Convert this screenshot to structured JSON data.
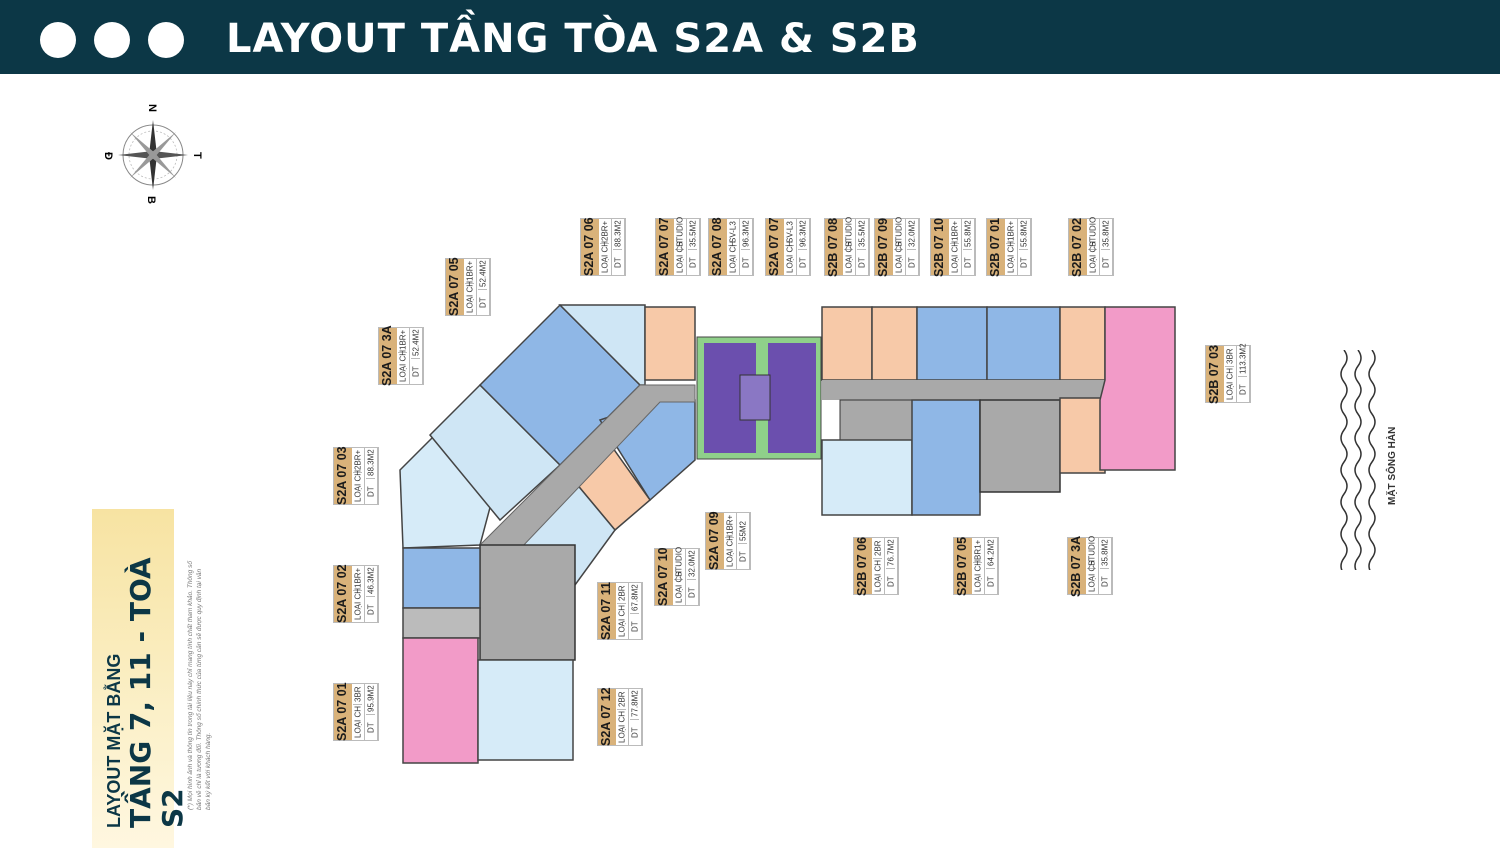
{
  "header": {
    "title": "LAYOUT TẦNG TÒA S2A & S2B"
  },
  "compass": {
    "north": "N",
    "south": "B",
    "east": "T",
    "west": "Đ"
  },
  "banner": {
    "subtitle": "LAYOUT MẶT BẰNG",
    "title": "TẦNG 7, 11 - TOÀ S2"
  },
  "disclaimer": "(*) Mọi hình ảnh và thông tin trong tài liệu này chỉ mang tính chất tham khảo. Thông số bản vẽ chỉ là tương đối. Thông số chính thức của từng căn sẽ được quy định tại văn bản ký kết với khách hàng.",
  "river_label": "MẶT SÔNG HÀN",
  "field_labels": {
    "type": "LOẠI CH",
    "area": "DT"
  },
  "units": [
    {
      "code": "S2A 07 06",
      "type": "2BR+",
      "area": "88.3M2"
    },
    {
      "code": "S2A 07 07",
      "type": "STUDIO",
      "area": "35.5M2"
    },
    {
      "code": "S2A 07 08",
      "type": "SV-L3",
      "area": "96.3M2"
    },
    {
      "code": "S2A 07 07",
      "type": "SV-L3",
      "area": "96.3M2"
    },
    {
      "code": "S2B 07 08",
      "type": "STUDIO",
      "area": "35.5M2"
    },
    {
      "code": "S2B 07 09",
      "type": "STUDIO",
      "area": "32.0M2"
    },
    {
      "code": "S2B 07 10",
      "type": "1BR+",
      "area": "55.8M2"
    },
    {
      "code": "S2B 07 01",
      "type": "1BR+",
      "area": "55.8M2"
    },
    {
      "code": "S2B 07 02",
      "type": "STUDIO",
      "area": "35.8M2"
    },
    {
      "code": "S2A 07 05",
      "type": "1BR+",
      "area": "52.4M2"
    },
    {
      "code": "S2A 07 3A",
      "type": "1BR+",
      "area": "52.4M2"
    },
    {
      "code": "S2A 07 03",
      "type": "2BR+",
      "area": "88.3M2"
    },
    {
      "code": "S2A 07 02",
      "type": "1BR+",
      "area": "46.3M2"
    },
    {
      "code": "S2A 07 01",
      "type": "3BR",
      "area": "95.9M2"
    },
    {
      "code": "S2A 07 12",
      "type": "2BR",
      "area": "77.8M2"
    },
    {
      "code": "S2A 07 11",
      "type": "2BR",
      "area": "67.8M2"
    },
    {
      "code": "S2A 07 10",
      "type": "STUDIO",
      "area": "32.0M2"
    },
    {
      "code": "S2A 07 09",
      "type": "1BR+",
      "area": "55M2"
    },
    {
      "code": "S2B 07 03",
      "type": "3BR",
      "area": "113.3M2"
    },
    {
      "code": "S2B 07 06",
      "type": "2BR",
      "area": "76.7M2"
    },
    {
      "code": "S2B 07 05",
      "type": "BR1+",
      "area": "64.2M2"
    },
    {
      "code": "S2B 07 3A",
      "type": "STUDIO",
      "area": "35.8M2"
    }
  ],
  "colors": {
    "header": "#0c3746",
    "label_code": "#d9b27a",
    "studio": "#f7c9a8",
    "one_br": "#8fb7e6",
    "two_br": "#cfe6f5",
    "three_br": "#f29bc8",
    "amenity": "#6b4fae",
    "corridor": "#a9a9a9"
  }
}
